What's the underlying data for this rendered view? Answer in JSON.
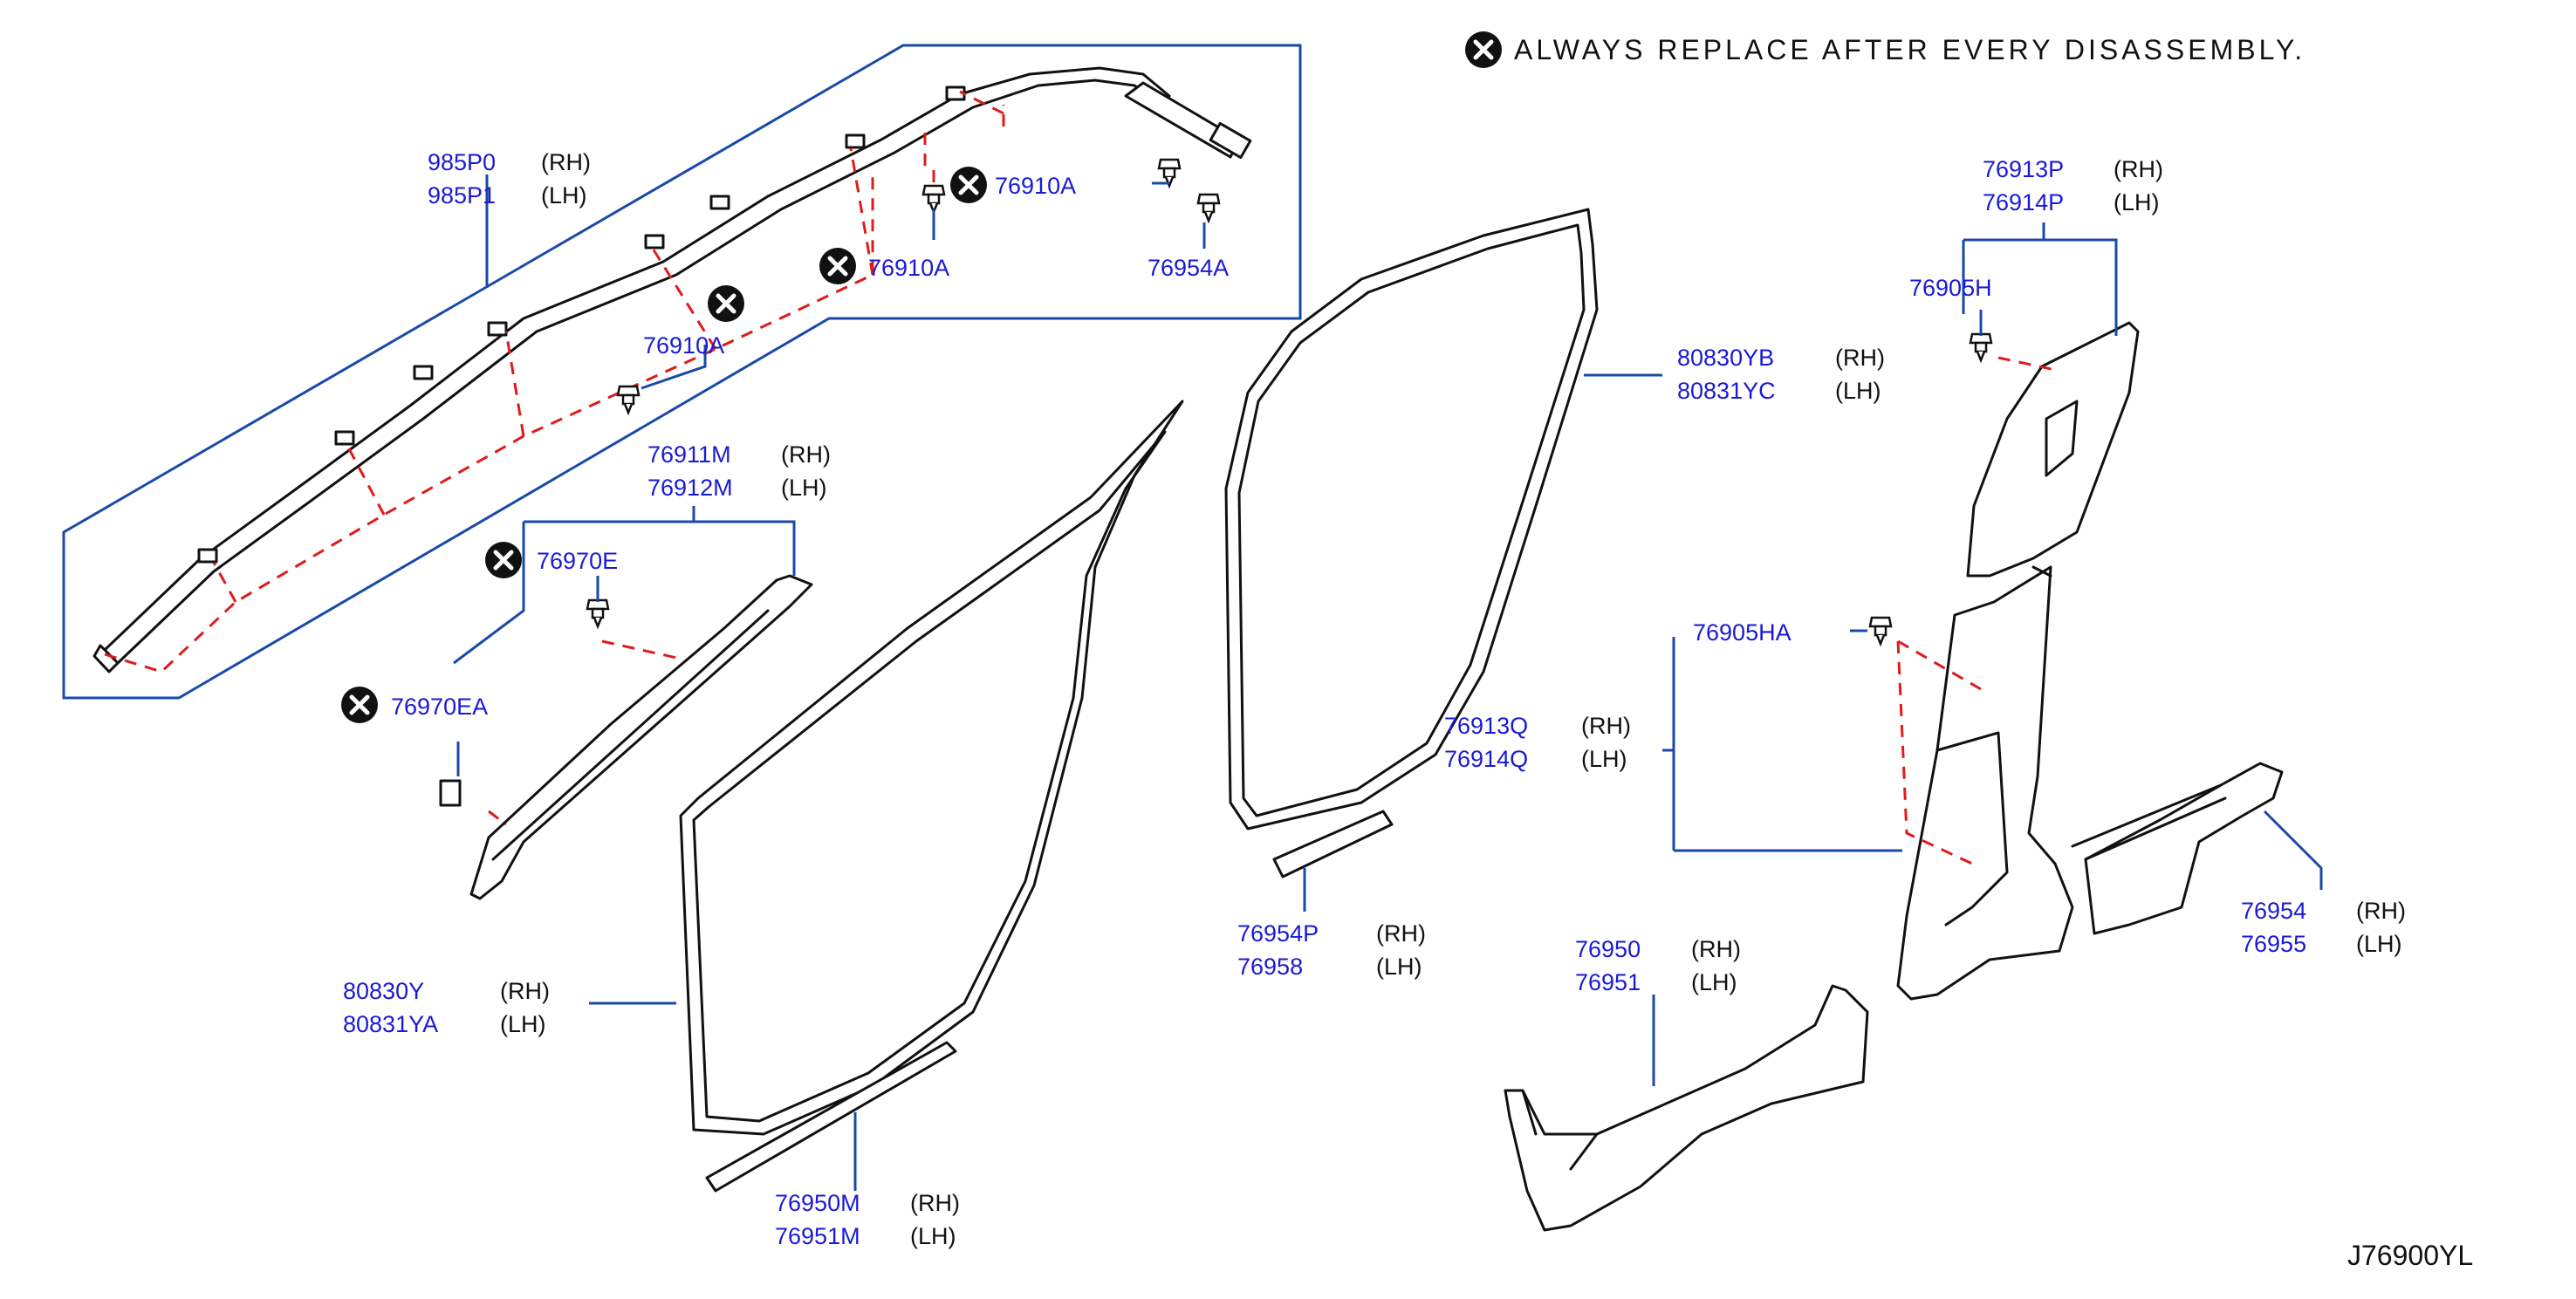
{
  "header_note": "ALWAYS  REPLACE  AFTER  EVERY  DISASSEMBLY.",
  "footer_code": "J76900YL",
  "colors": {
    "part_number": "#1a1ad6",
    "leader": "#1a4aa8",
    "dashed_fit": "#e01b1b",
    "outline": "#111111"
  },
  "icons": {
    "replace_mark": "x-circle-icon"
  },
  "callouts": {
    "c985p0": {
      "number": "985P0",
      "side": "(RH)"
    },
    "c985p1": {
      "number": "985P1",
      "side": "(LH)"
    },
    "c76910a_1": {
      "number": "76910A"
    },
    "c76910a_2": {
      "number": "76910A"
    },
    "c76910a_3": {
      "number": "76910A"
    },
    "c76954a": {
      "number": "76954A"
    },
    "c76911m": {
      "number": "76911M",
      "side": "(RH)"
    },
    "c76912m": {
      "number": "76912M",
      "side": "(LH)"
    },
    "c76970e": {
      "number": "76970E"
    },
    "c76970ea": {
      "number": "76970EA"
    },
    "c80830y": {
      "number": "80830Y",
      "side": "(RH)"
    },
    "c80831ya": {
      "number": "80831YA",
      "side": "(LH)"
    },
    "c76950m": {
      "number": "76950M",
      "side": "(RH)"
    },
    "c76951m": {
      "number": "76951M",
      "side": "(LH)"
    },
    "c80830yb": {
      "number": "80830YB",
      "side": "(RH)"
    },
    "c80831yc": {
      "number": "80831YC",
      "side": "(LH)"
    },
    "c76913q": {
      "number": "76913Q",
      "side": "(RH)"
    },
    "c76914q": {
      "number": "76914Q",
      "side": "(LH)"
    },
    "c76954p": {
      "number": "76954P",
      "side": "(RH)"
    },
    "c76958": {
      "number": "76958",
      "side": "(LH)"
    },
    "c76913p": {
      "number": "76913P",
      "side": "(RH)"
    },
    "c76914p": {
      "number": "76914P",
      "side": "(LH)"
    },
    "c76905h": {
      "number": "76905H"
    },
    "c76905ha": {
      "number": "76905HA"
    },
    "c76954": {
      "number": "76954",
      "side": "(RH)"
    },
    "c76955": {
      "number": "76955",
      "side": "(LH)"
    },
    "c76950": {
      "number": "76950",
      "side": "(RH)"
    },
    "c76951": {
      "number": "76951",
      "side": "(LH)"
    }
  }
}
